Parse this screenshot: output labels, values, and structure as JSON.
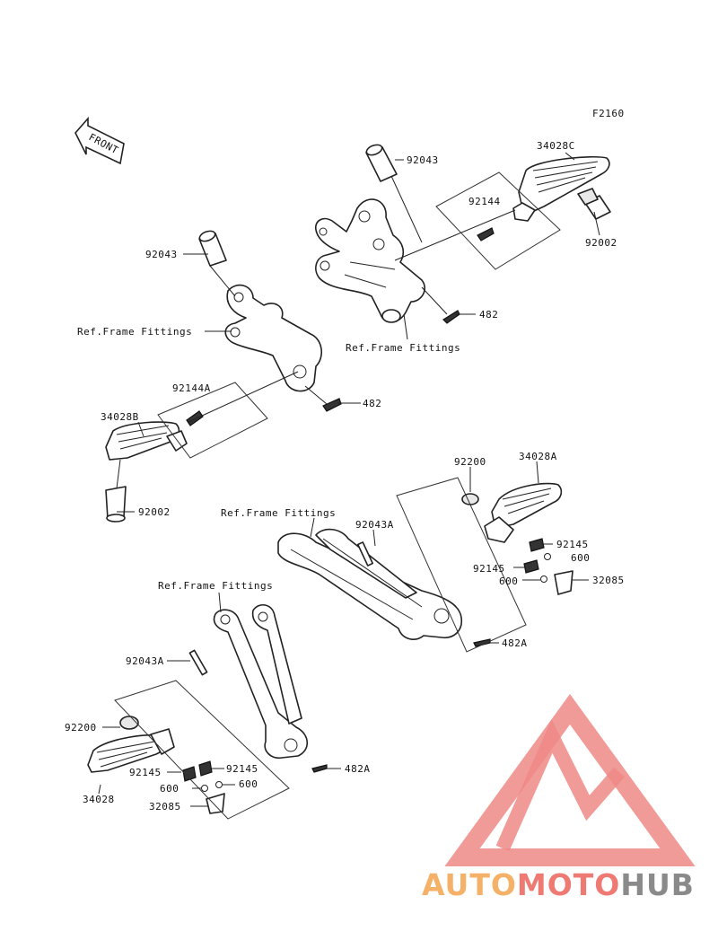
{
  "diagram": {
    "code": "F2160",
    "front_label": "FRONT",
    "labels": {
      "p_92043_top": "92043",
      "p_34028C": "34028C",
      "p_92144": "92144",
      "p_92002_top": "92002",
      "p_482_top": "482",
      "p_ref_top": "Ref.Frame Fittings",
      "p_92043_left": "92043",
      "p_ref_left": "Ref.Frame Fittings",
      "p_92144A": "92144A",
      "p_482_mid": "482",
      "p_34028B": "34028B",
      "p_92002_left": "92002",
      "p_92200_r": "92200",
      "p_34028A": "34028A",
      "p_ref_mid": "Ref.Frame Fittings",
      "p_92043A_r": "92043A",
      "p_92145_r1": "92145",
      "p_600_r1": "600",
      "p_92145_r2": "92145",
      "p_600_r2": "600",
      "p_32085_r": "32085",
      "p_482A_r": "482A",
      "p_ref_low": "Ref.Frame Fittings",
      "p_92043A_l": "92043A",
      "p_92200_l": "92200",
      "p_92145_l1": "92145",
      "p_92145_l2": "92145",
      "p_600_l1": "600",
      "p_600_l2": "600",
      "p_34028": "34028",
      "p_32085_l": "32085",
      "p_482A_l": "482A"
    }
  },
  "watermark": {
    "text_part1": "AUTO",
    "text_part2": "MOTO",
    "text_part3": "HUB",
    "color1": "#f5b168",
    "color2": "#ee7a73",
    "color3": "#8a8a8a",
    "triangle_color": "#ef8a86"
  }
}
